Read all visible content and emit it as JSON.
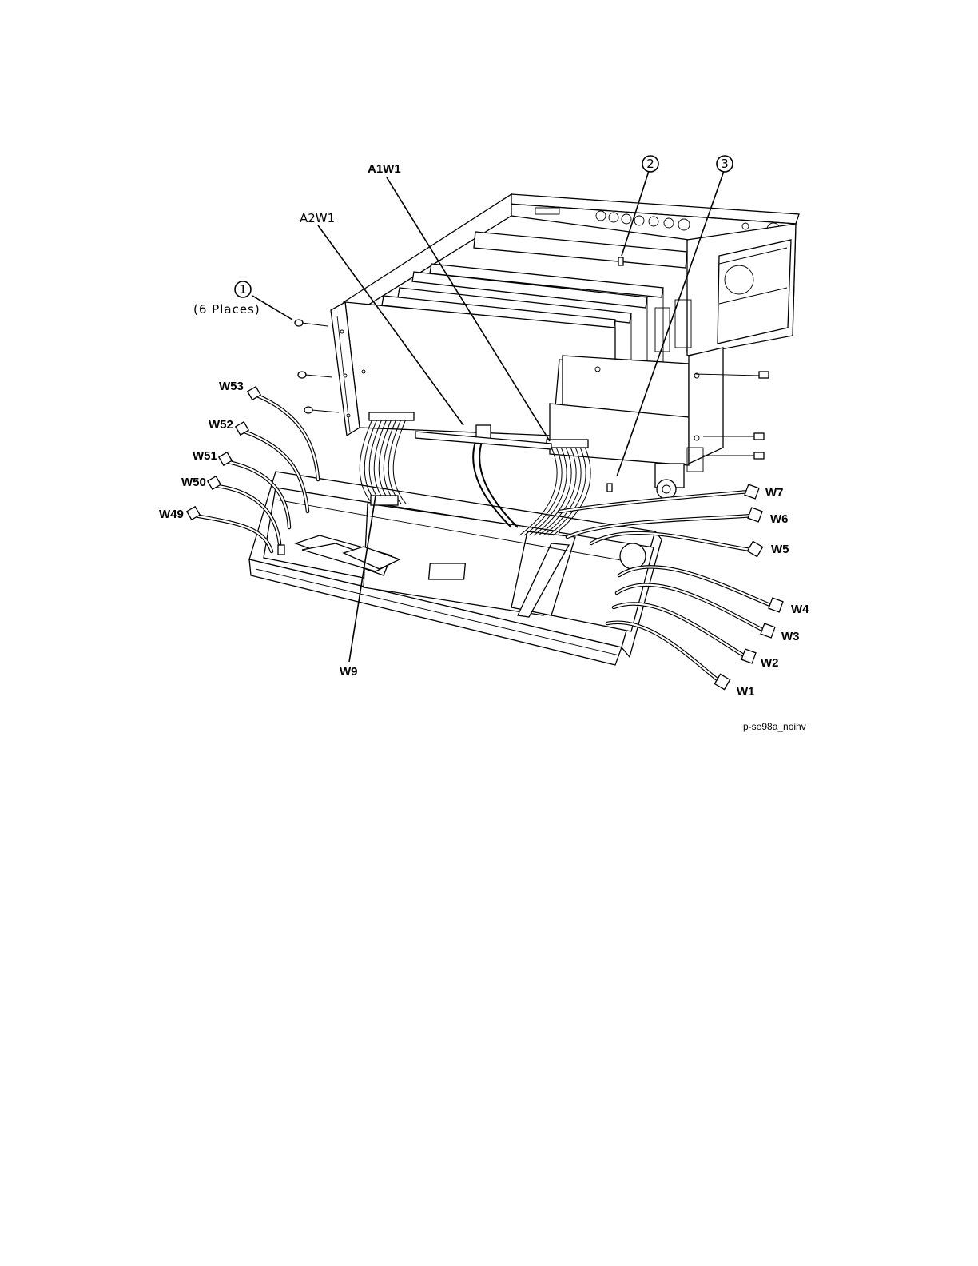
{
  "diagram": {
    "callouts": [
      {
        "number": "1",
        "note": "(6 Places)"
      },
      {
        "number": "2"
      },
      {
        "number": "3"
      }
    ],
    "labels": {
      "a1w1": "A1W1",
      "a2w1": "A2W1",
      "w53": "W53",
      "w52": "W52",
      "w51": "W51",
      "w50": "W50",
      "w49": "W49",
      "w9": "W9",
      "w7": "W7",
      "w6": "W6",
      "w5": "W5",
      "w4": "W4",
      "w3": "W3",
      "w2": "W2",
      "w1": "W1"
    },
    "figure_id": "p-se98a_noinv"
  }
}
